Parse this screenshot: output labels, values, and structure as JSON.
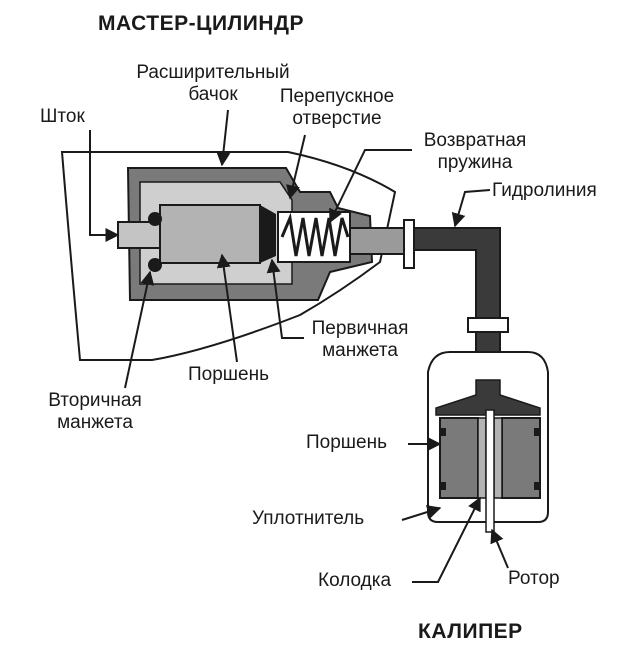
{
  "titles": {
    "master": "МАСТЕР-ЦИЛИНДР",
    "caliper": "КАЛИПЕР"
  },
  "labels": {
    "reservoir_l1": "Расширительный",
    "reservoir_l2": "бачок",
    "bypass_l1": "Перепускное",
    "bypass_l2": "отверстие",
    "rod": "Шток",
    "spring_l1": "Возвратная",
    "spring_l2": "пружина",
    "line": "Гидролиния",
    "primary_l1": "Первичная",
    "primary_l2": "манжета",
    "piston_master": "Поршень",
    "secondary_l1": "Вторичная",
    "secondary_l2": "манжета",
    "piston_caliper": "Поршень",
    "seal": "Уплотнитель",
    "pad": "Колодка",
    "rotor": "Ротор"
  },
  "colors": {
    "outline": "#1a1a1a",
    "housing_fill": "#ffffff",
    "cylinder_fill": "#7a7a7a",
    "piston_fill": "#b3b3b3",
    "fluid_fill": "#3a3a3a"
  }
}
